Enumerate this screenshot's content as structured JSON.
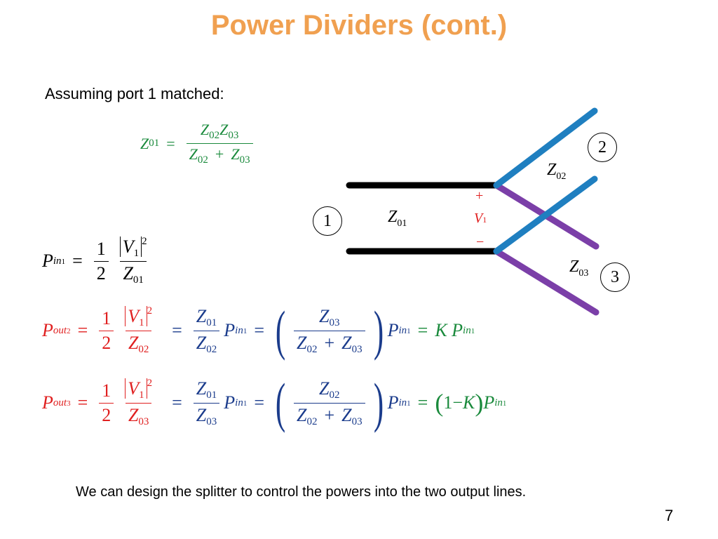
{
  "slide": {
    "title": "Power Dividers (cont.)",
    "assumption": "Assuming port 1 matched:",
    "footer": "We can design the splitter to control the powers into the two output lines.",
    "page_number": "7"
  },
  "diagram": {
    "ports": [
      "1",
      "2",
      "3"
    ],
    "z01": {
      "sym": "Z",
      "sub": "01"
    },
    "z02": {
      "sym": "Z",
      "sub": "02"
    },
    "z03": {
      "sym": "Z",
      "sub": "03"
    },
    "v_plus": "+",
    "v_sym": "V",
    "v_sub": "1",
    "v_minus": "−",
    "colors": {
      "line1": "#000000",
      "line2": "#1f7fc0",
      "line3": "#7b3fa8"
    }
  },
  "eq1": {
    "lhs": "Z",
    "lhs_sub": "01",
    "eq": "=",
    "num": "Z₀₂Z₀₃",
    "den_a": "Z",
    "den_a_sub": "02",
    "plus": "+",
    "den_b": "Z",
    "den_b_sub": "03",
    "num_a": "Z",
    "num_a_sub": "02",
    "num_b": "Z",
    "num_b_sub": "03"
  },
  "eq2": {
    "lhs": "P",
    "lhs_sub": "in",
    "lhs_sub2": "1",
    "eq": "=",
    "one": "1",
    "two": "2",
    "v": "V",
    "v_sub": "1",
    "pow": "2",
    "z": "Z",
    "z_sub": "01"
  },
  "eq3": {
    "lhs": "P",
    "lhs_sub": "out",
    "lhs_sub2": "2",
    "z_sub": "02",
    "ratio_num_sub": "01",
    "ratio_den_sub": "02",
    "frac_num_sub": "03",
    "k": "K"
  },
  "eq4": {
    "lhs": "P",
    "lhs_sub": "out",
    "lhs_sub2": "3",
    "z_sub": "03",
    "ratio_num_sub": "01",
    "ratio_den_sub": "03",
    "frac_num_sub": "02",
    "one_minus_k_one": "1",
    "one_minus_k_minus": "−",
    "one_minus_k_k": "K"
  },
  "colors": {
    "title": "#f0a050",
    "green": "#1a8a3c",
    "red": "#e02020",
    "blue": "#1b3c8c"
  }
}
